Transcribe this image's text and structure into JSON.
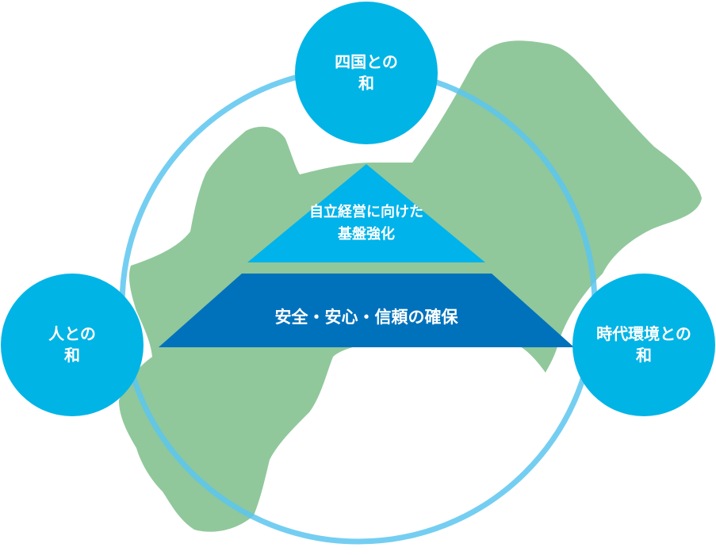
{
  "colors": {
    "map_fill": "#90c89b",
    "ring_stroke": "#5cc5ef",
    "circle_fill": "#00b4e6",
    "pyramid_top_fill": "#00b3ea",
    "pyramid_bottom_fill": "#0072bc",
    "text": "#ffffff"
  },
  "nodes": {
    "top": {
      "line1": "四国との",
      "line2": "和"
    },
    "left": {
      "line1": "人との",
      "line2": "和"
    },
    "right": {
      "line1": "時代環境との",
      "line2": "和"
    }
  },
  "pyramid": {
    "top": {
      "line1": "自立経営に向けた",
      "line2": "基盤強化"
    },
    "bottom": {
      "label": "安全・安心・信頼の確保"
    }
  }
}
